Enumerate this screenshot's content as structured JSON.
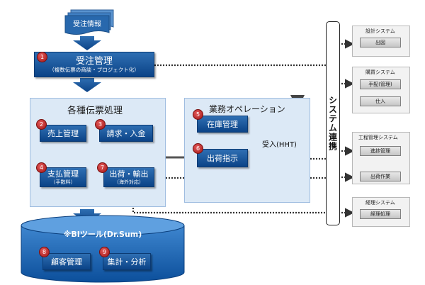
{
  "order_info": "受注情報",
  "order_mgmt": {
    "badge": "1",
    "title": "受注管理",
    "subtitle": "（複数伝票の商談・プロジェクト化）"
  },
  "slip_processing": {
    "title": "各種伝票処理",
    "items": [
      {
        "badge": "2",
        "label": "売上管理",
        "sub": ""
      },
      {
        "badge": "3",
        "label": "請求・入金",
        "sub": ""
      },
      {
        "badge": "4",
        "label": "支払管理",
        "sub": "（手数料）"
      },
      {
        "badge": "7",
        "label": "出荷・輸出",
        "sub": "（海外対応）"
      }
    ]
  },
  "business_ops": {
    "title": "業務オペレーション",
    "items": [
      {
        "badge": "5",
        "label": "在庫管理"
      },
      {
        "badge": "6",
        "label": "出荷指示"
      }
    ],
    "hht_label": "受入(HHT)"
  },
  "system_link": "システム連携",
  "systems": [
    {
      "title": "設計システム",
      "buttons": [
        "出図"
      ]
    },
    {
      "title": "購買システム",
      "buttons": [
        "手配(管理)",
        "仕入"
      ]
    },
    {
      "title": "工程管理システム",
      "buttons": [
        "進捗管理",
        "出荷作業"
      ]
    },
    {
      "title": "経理システム",
      "buttons": [
        "経理処理"
      ]
    }
  ],
  "bi_tool": {
    "title": "※BIツール(Dr.Sum)",
    "items": [
      {
        "badge": "8",
        "label": "顧客管理"
      },
      {
        "badge": "9",
        "label": "集計・分析"
      }
    ]
  },
  "colors": {
    "accent_blue": "#0b4387",
    "panel_blue": "#dce9f6",
    "badge_red": "#b81c1c"
  }
}
